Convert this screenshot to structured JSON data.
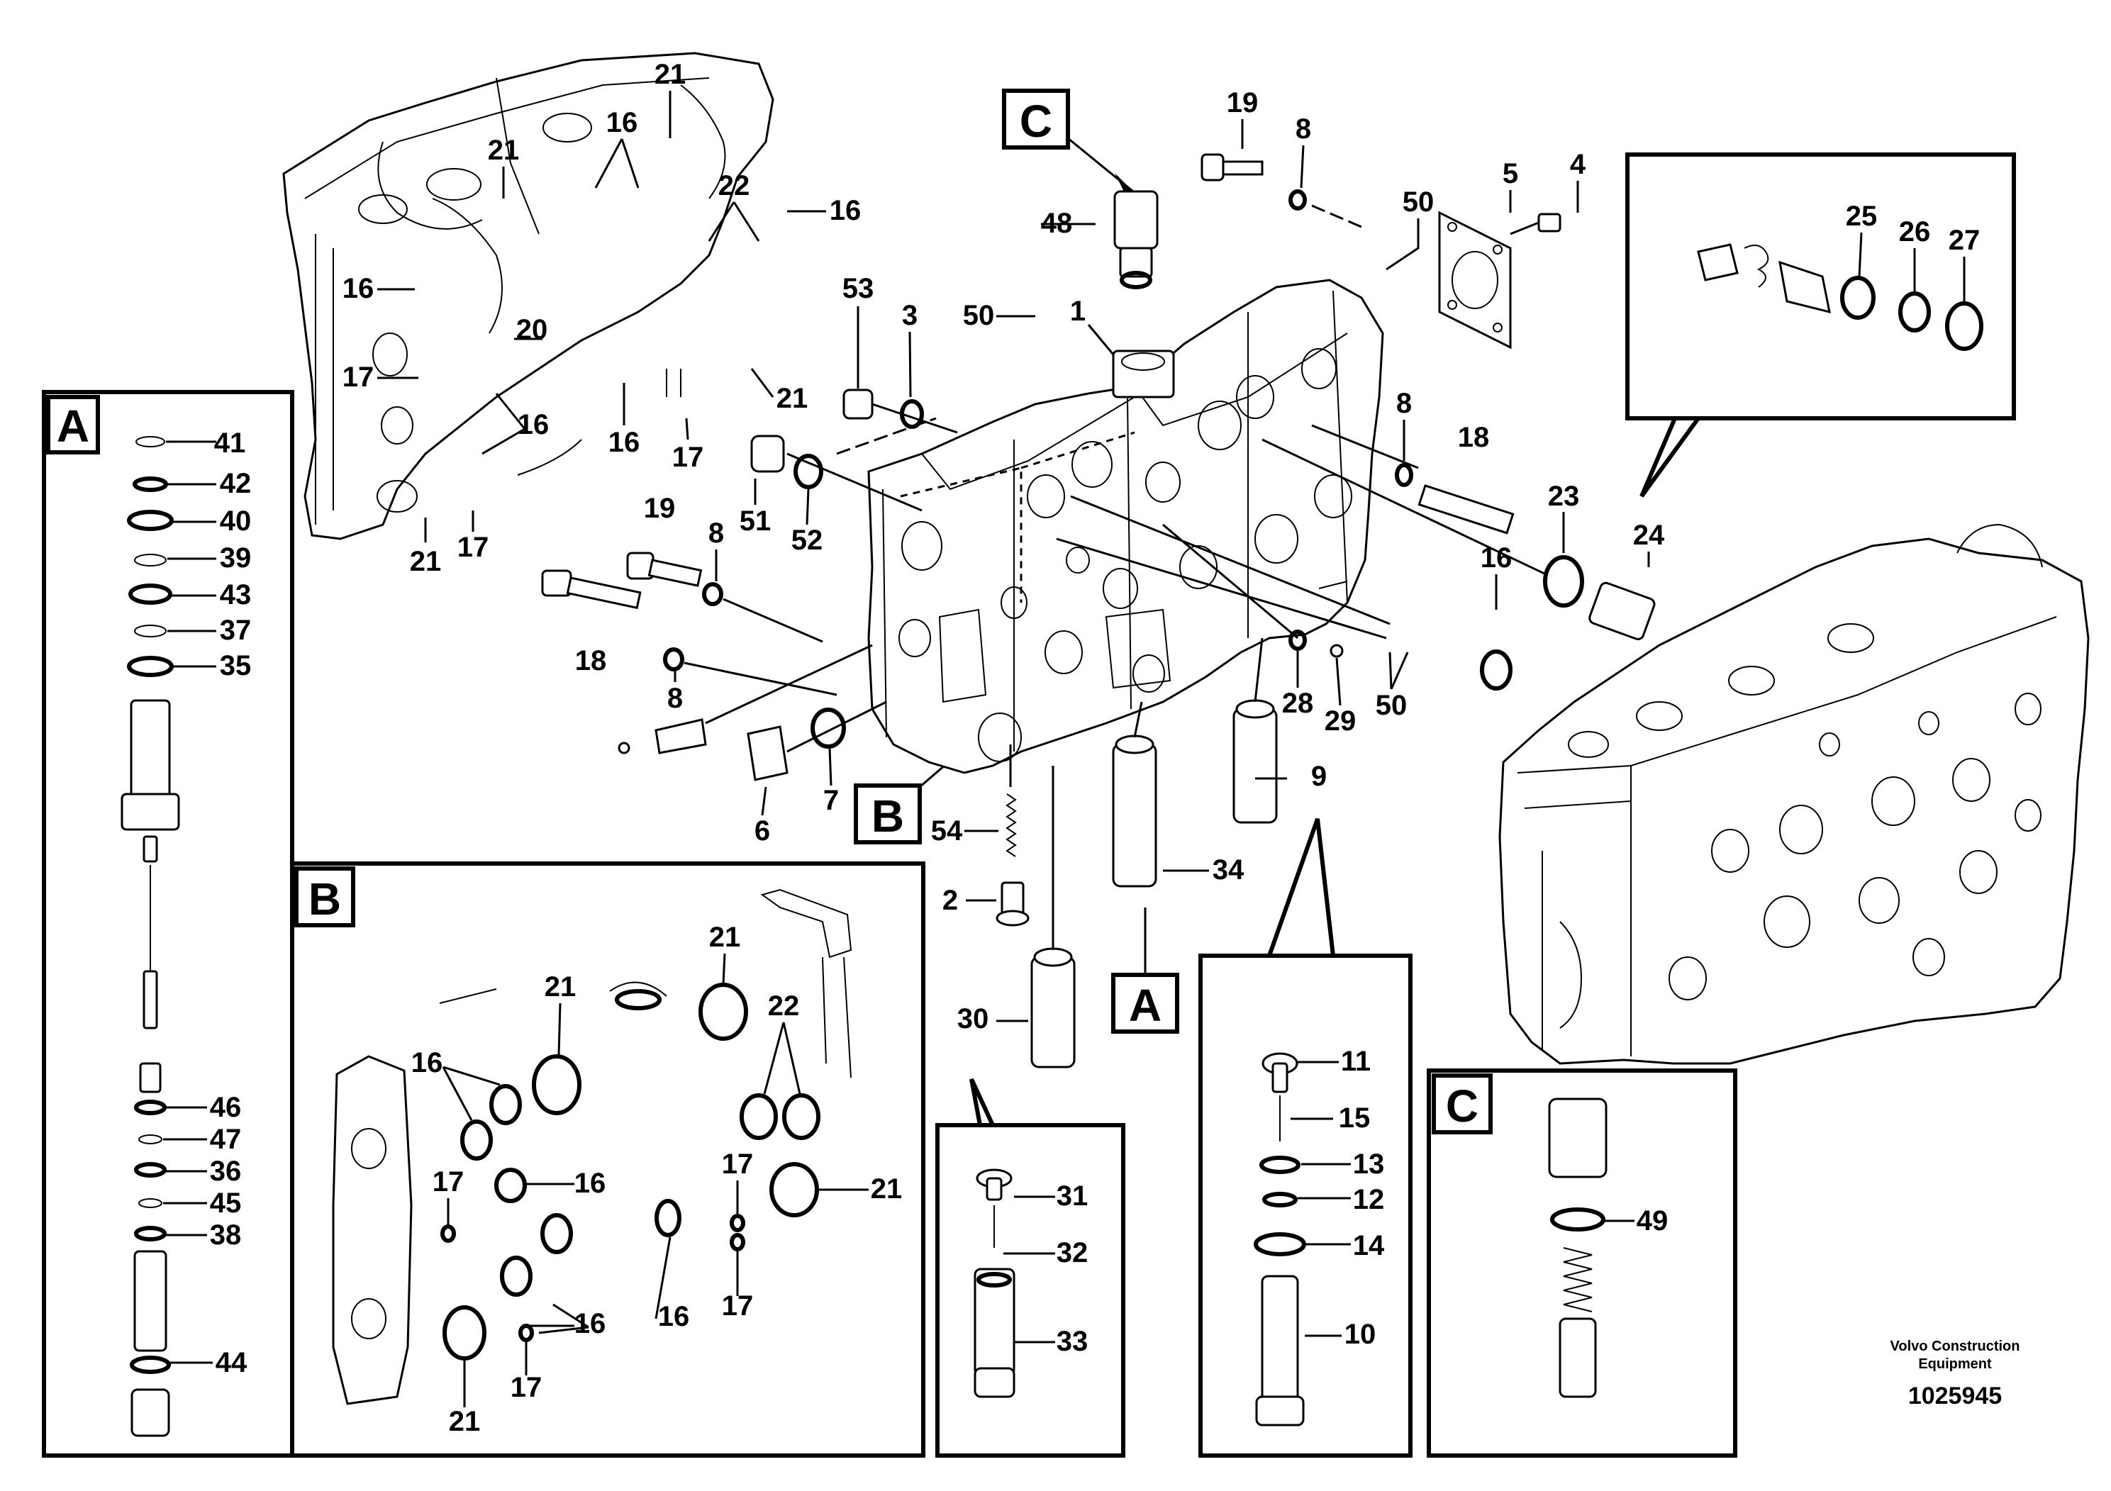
{
  "drawing": {
    "brand_line1": "Volvo Construction",
    "brand_line2": "Equipment",
    "drawing_number": "1025945"
  },
  "detail_views": {
    "a": "A",
    "b": "B",
    "c": "C"
  },
  "callouts": {
    "c1": "1",
    "c2": "2",
    "c3": "3",
    "c4": "4",
    "c5": "5",
    "c6": "6",
    "c7": "7",
    "c8a": "8",
    "c8b": "8",
    "c8c": "8",
    "c8d": "8",
    "c9": "9",
    "c10": "10",
    "c11": "11",
    "c12": "12",
    "c13": "13",
    "c14": "14",
    "c15": "15",
    "c16a": "16",
    "c16b": "16",
    "c16c": "16",
    "c16d": "16",
    "c16e": "16",
    "c16f": "16",
    "c16g": "16",
    "c16h": "16",
    "c16i": "16",
    "c16j": "16",
    "c17a": "17",
    "c17b": "17",
    "c17c": "17",
    "c17d": "17",
    "c17e": "17",
    "c17f": "17",
    "c18a": "18",
    "c18b": "18",
    "c19a": "19",
    "c19b": "19",
    "c20": "20",
    "c21a": "21",
    "c21b": "21",
    "c21c": "21",
    "c21d": "21",
    "c21e": "21",
    "c21f": "21",
    "c21g": "21",
    "c21h": "21",
    "c22a": "22",
    "c22b": "22",
    "c23": "23",
    "c24": "24",
    "c25": "25",
    "c26": "26",
    "c27": "27",
    "c28": "28",
    "c29": "29",
    "c30": "30",
    "c31": "31",
    "c32": "32",
    "c33": "33",
    "c34": "34",
    "c35": "35",
    "c36": "36",
    "c37": "37",
    "c38": "38",
    "c39": "39",
    "c40": "40",
    "c41": "41",
    "c42": "42",
    "c43": "43",
    "c44": "44",
    "c45": "45",
    "c46": "46",
    "c47": "47",
    "c48": "48",
    "c49": "49",
    "c50a": "50",
    "c50b": "50",
    "c50c": "50",
    "c51": "51",
    "c52": "52",
    "c53": "53",
    "c54": "54"
  }
}
